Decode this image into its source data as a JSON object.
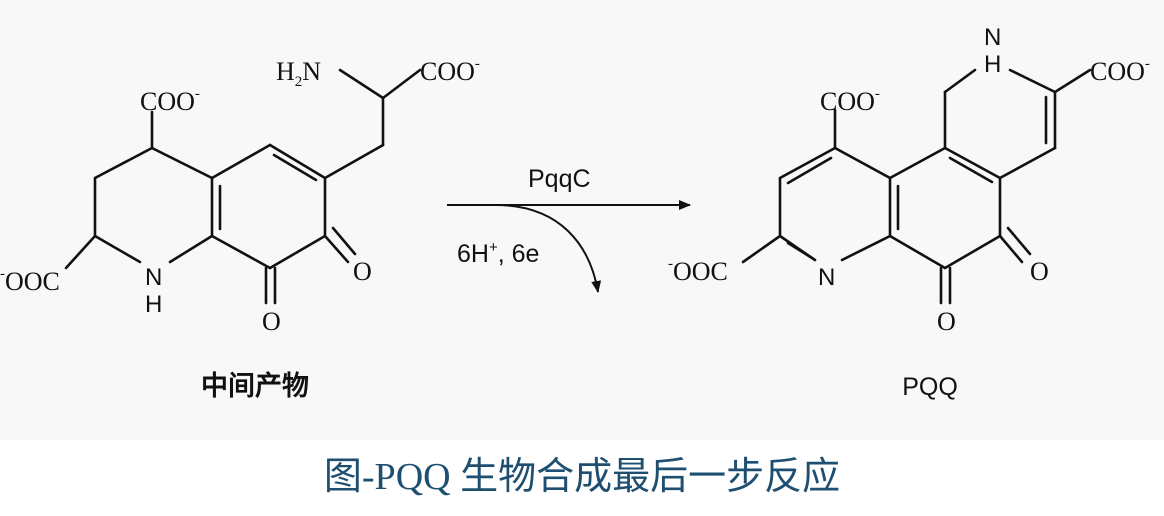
{
  "diagram": {
    "intermediate": {
      "name": "中间产物",
      "labels": {
        "amine": "H",
        "amine_sub": "2",
        "amine_n": "N",
        "carboxylate_top": "COO",
        "carboxylate_ring": "COO",
        "carboxylate_left": "OOC",
        "nh_n": "N",
        "nh_h": "H",
        "oxo_right": "O",
        "oxo_bottom": "O",
        "charge": "-"
      }
    },
    "arrow": {
      "enzyme": "PqqC",
      "cofactor": "6H",
      "cofactor_sup": "+",
      "cofactor_tail": ", 6e"
    },
    "product": {
      "name": "PQQ",
      "labels": {
        "nh_n": "N",
        "nh_h": "H",
        "carboxylate_top": "COO",
        "carboxylate_left_ring": "COO",
        "carboxylate_left": "OOC",
        "pyridine_n": "N",
        "oxo_right": "O",
        "oxo_bottom": "O",
        "charge": "-"
      }
    }
  },
  "caption": "图-PQQ 生物合成最后一步反应"
}
